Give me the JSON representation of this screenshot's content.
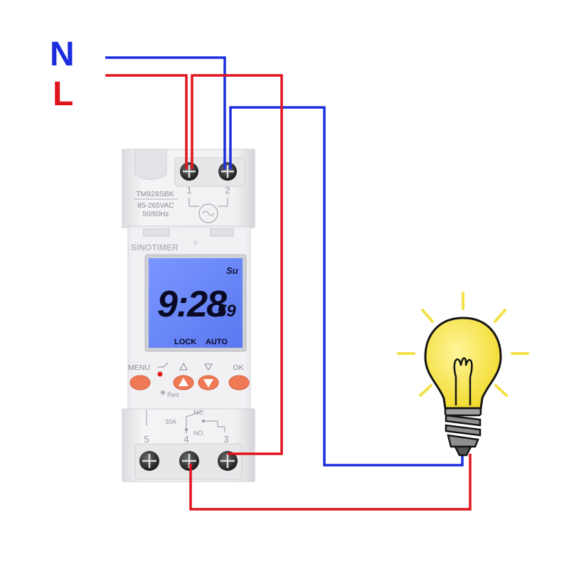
{
  "colors": {
    "neutral_wire": "#1a2ee0",
    "live_wire": "#e0141c",
    "lcd_backlight": "#6d8cff",
    "button_orange": "#f07a55",
    "bulb_yellow": "#f7e84a",
    "bulb_base": "#8f8f8f",
    "device_body": "#ececef"
  },
  "wires": {
    "neutral_label": "N",
    "live_label": "L"
  },
  "device": {
    "model": "TM928SBK",
    "voltage": "85-265VAC",
    "frequency": "50/60Hz",
    "brand": "SINOTIMER",
    "registered_mark": "®",
    "top_terminals": [
      "1",
      "2"
    ],
    "bottom_terminals": [
      "5",
      "4",
      "3"
    ],
    "relay_rating": "30A",
    "contact_nc": "NC.",
    "contact_no": "NO.",
    "reset_label": "Res",
    "buttons": [
      {
        "label": "MENU",
        "icon": "menu-button-icon"
      },
      {
        "label": "",
        "icon": "clock-adjust-icon"
      },
      {
        "label": "",
        "icon": "up-arrow-icon"
      },
      {
        "label": "",
        "icon": "down-arrow-icon"
      },
      {
        "label": "OK",
        "icon": "ok-button-icon"
      }
    ],
    "lcd": {
      "day": "Su",
      "time_main": "9:28",
      "time_seconds": "59",
      "status_left": "LOCK",
      "status_right": "AUTO"
    }
  },
  "load": {
    "icon": "light-bulb-icon"
  }
}
